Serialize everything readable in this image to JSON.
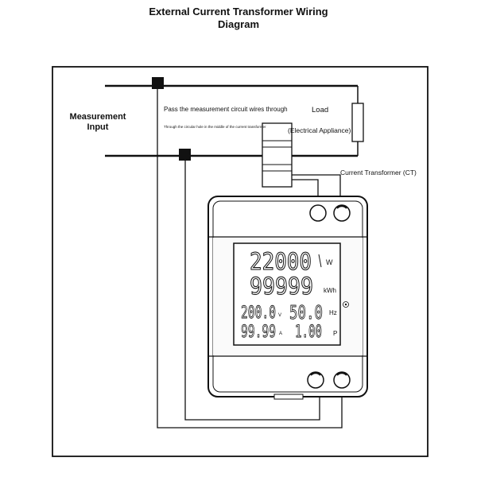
{
  "title_line1": "External Current Transformer Wiring",
  "title_line2": "Diagram",
  "measurement_input_line1": "Measurement",
  "measurement_input_line2": "Input",
  "instruction": "Pass the measurement circuit wires through",
  "instruction_small": "Through the circular hole in the middle of the current transformer",
  "load_label": "Load",
  "appliance_label": "(Electrical Appliance)",
  "ct_label": "Current Transformer (CT)",
  "meter": {
    "power_value": "22000",
    "power_unit": "W",
    "energy_value": "99999",
    "energy_unit": "kWh",
    "voltage_value": "200.0",
    "voltage_unit": "V",
    "frequency_value": "50.0",
    "frequency_unit": "Hz",
    "current_value": "99.99",
    "current_unit": "A",
    "pf_value": "1.00",
    "pf_unit": "P"
  }
}
